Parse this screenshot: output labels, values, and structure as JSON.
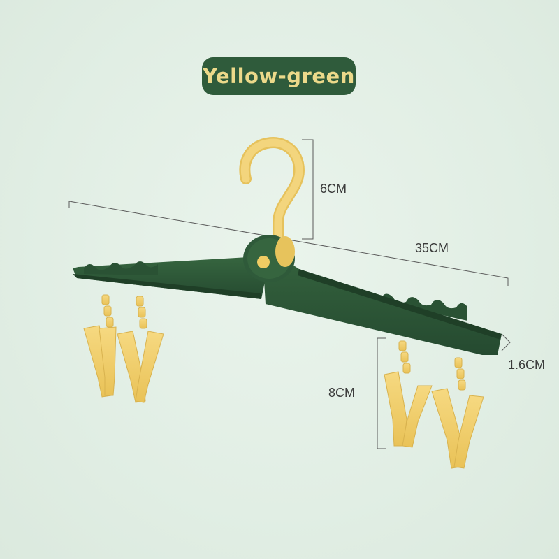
{
  "variant_label": "Yellow-green",
  "dimensions": {
    "hook_height": "6CM",
    "width": "35CM",
    "thickness": "1.6CM",
    "clip_length": "8CM"
  },
  "colors": {
    "badge_bg": "#2f5b3b",
    "badge_text": "#ecd98a",
    "hanger_green": "#2f5a3a",
    "accent_yellow": "#f0cc63",
    "background": "#e3efe6"
  }
}
